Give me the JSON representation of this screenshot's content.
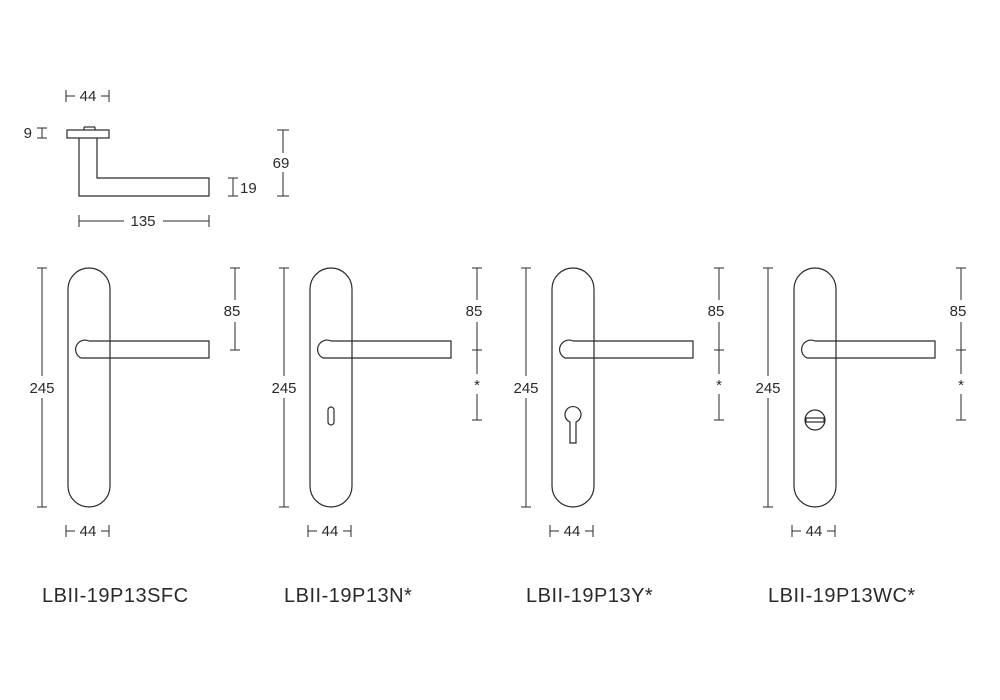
{
  "side_view": {
    "rose_width": "44",
    "rose_height": "9",
    "lever_projection": "69",
    "lever_thickness": "19",
    "lever_length": "135"
  },
  "plates": [
    {
      "code": "LBII-19P13SFC",
      "height": "245",
      "handle_offset": "85",
      "width": "44",
      "star": "",
      "hole": "none"
    },
    {
      "code": "LBII-19P13N*",
      "height": "245",
      "handle_offset": "85",
      "width": "44",
      "star": "*",
      "hole": "slot"
    },
    {
      "code": "LBII-19P13Y*",
      "height": "245",
      "handle_offset": "85",
      "width": "44",
      "star": "*",
      "hole": "euro"
    },
    {
      "code": "LBII-19P13WC*",
      "height": "245",
      "handle_offset": "85",
      "width": "44",
      "star": "*",
      "hole": "wc"
    }
  ]
}
